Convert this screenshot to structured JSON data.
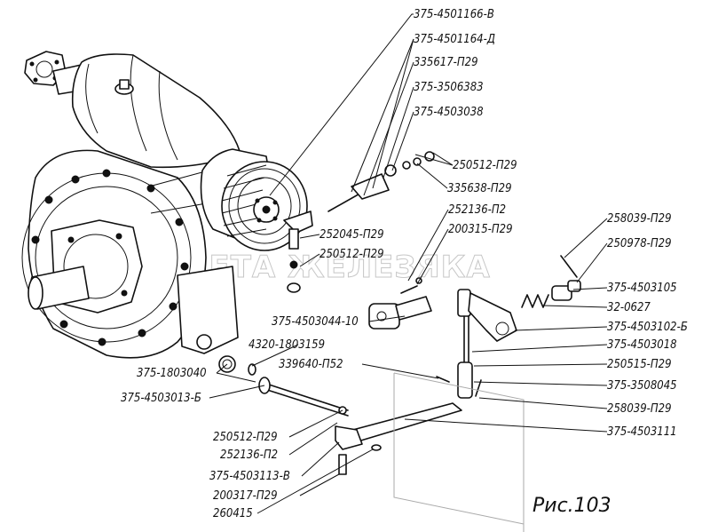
{
  "figure_caption": "Рис.103",
  "watermark": "ПЛАНЕТА ЖЕЛЕЗЯКА",
  "callouts": [
    {
      "id": "c1",
      "text": "375-4501166-В"
    },
    {
      "id": "c2",
      "text": "375-4501164-Д"
    },
    {
      "id": "c3",
      "text": "335617-П29"
    },
    {
      "id": "c4",
      "text": "375-3506383"
    },
    {
      "id": "c5",
      "text": "375-4503038"
    },
    {
      "id": "c6",
      "text": "250512-П29"
    },
    {
      "id": "c7",
      "text": "335638-П29"
    },
    {
      "id": "c8",
      "text": "252136-П2"
    },
    {
      "id": "c9",
      "text": "200315-П29"
    },
    {
      "id": "c10",
      "text": "252045-П29"
    },
    {
      "id": "c11",
      "text": "250512-П29"
    },
    {
      "id": "c12",
      "text": "258039-П29"
    },
    {
      "id": "c13",
      "text": "250978-П29"
    },
    {
      "id": "c14",
      "text": "375-4503105"
    },
    {
      "id": "c15",
      "text": "32-0627"
    },
    {
      "id": "c16",
      "text": "375-4503044-10"
    },
    {
      "id": "c17",
      "text": "375-4503102-Б"
    },
    {
      "id": "c18",
      "text": "4320-1803159"
    },
    {
      "id": "c19",
      "text": "375-4503018"
    },
    {
      "id": "c20",
      "text": "375-1803040"
    },
    {
      "id": "c21",
      "text": "339640-П52"
    },
    {
      "id": "c22",
      "text": "250515-П29"
    },
    {
      "id": "c23",
      "text": "375-4503013-Б"
    },
    {
      "id": "c24",
      "text": "375-3508045"
    },
    {
      "id": "c25",
      "text": "258039-П29"
    },
    {
      "id": "c26",
      "text": "375-4503111"
    },
    {
      "id": "c27",
      "text": "250512-П29"
    },
    {
      "id": "c28",
      "text": "252136-П2"
    },
    {
      "id": "c29",
      "text": "375-4503113-В"
    },
    {
      "id": "c30",
      "text": "200317-П29"
    },
    {
      "id": "c31",
      "text": "260415"
    }
  ]
}
